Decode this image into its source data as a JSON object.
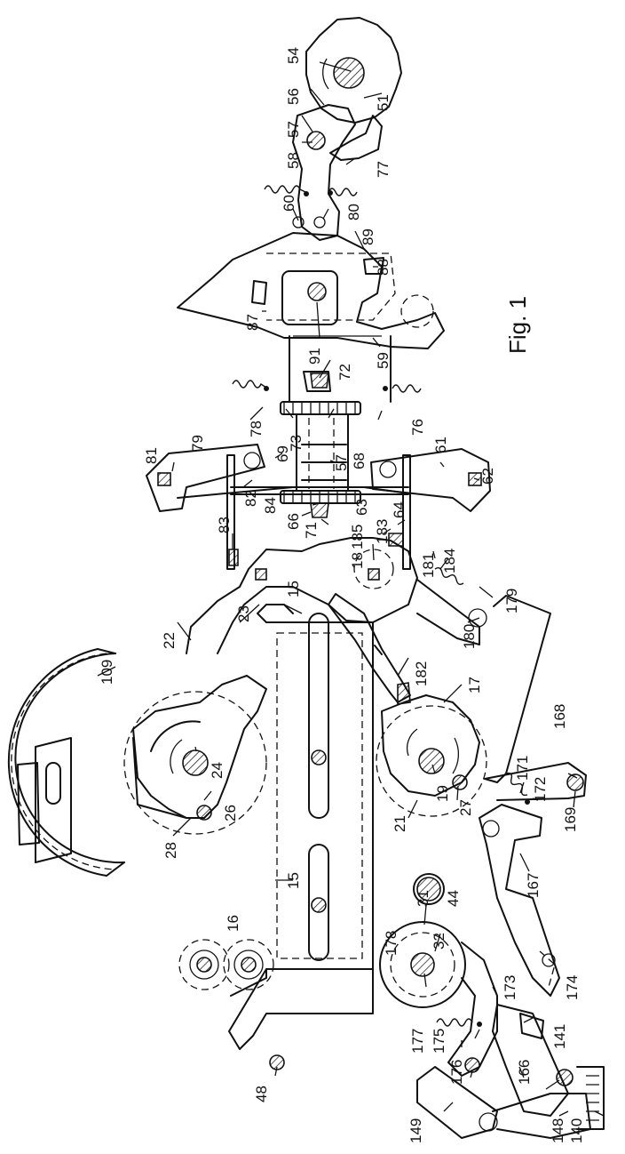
{
  "figure": {
    "caption": "Fig. 1",
    "reference_numerals": [
      "54",
      "51",
      "56",
      "57",
      "58",
      "77",
      "60",
      "80",
      "89",
      "88",
      "87",
      "91",
      "72",
      "59",
      "78",
      "76",
      "73",
      "79",
      "69",
      "57",
      "68",
      "81",
      "61",
      "62",
      "82",
      "84",
      "66",
      "71",
      "63",
      "64",
      "183",
      "185",
      "83",
      "18",
      "181",
      "184",
      "15",
      "23",
      "22",
      "109",
      "179",
      "180",
      "182",
      "17",
      "24",
      "26",
      "19",
      "21",
      "27",
      "28",
      "171",
      "172",
      "168",
      "169",
      "167",
      "15",
      "16",
      "31",
      "44",
      "178",
      "32",
      "173",
      "174",
      "177",
      "175",
      "176",
      "166",
      "141",
      "149",
      "148",
      "140",
      "48"
    ]
  }
}
